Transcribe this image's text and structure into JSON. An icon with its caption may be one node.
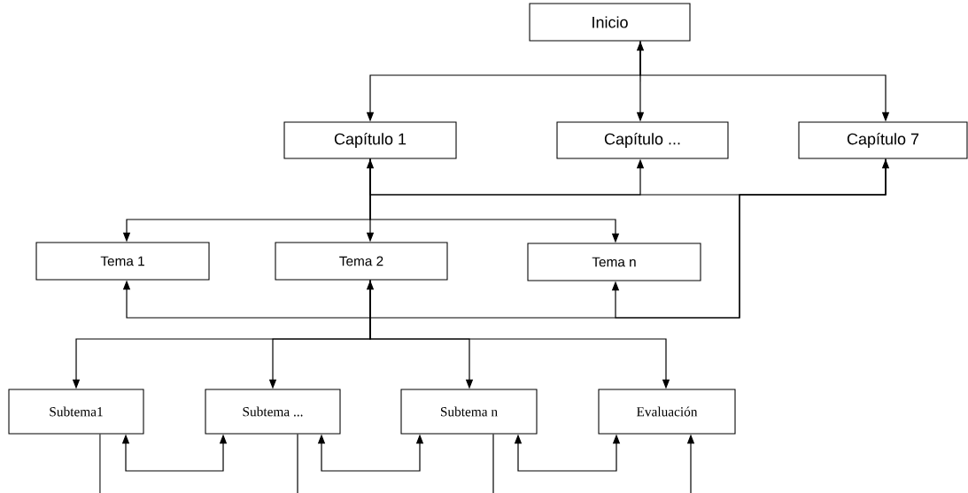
{
  "diagram": {
    "nodes": [
      {
        "text": [
          "Inicio"
        ]
      },
      {
        "text": [
          "Capítulo 1"
        ]
      },
      {
        "text": [
          "Capítulo ..."
        ]
      },
      {
        "text": [
          "Capítulo 7"
        ]
      },
      {
        "text": [
          "Tema 1"
        ]
      },
      {
        "text": [
          "Tema 2"
        ]
      },
      {
        "text": [
          "Tema n"
        ]
      },
      {
        "text": [
          "Subtema1"
        ]
      },
      {
        "text": [
          "Subtema ..."
        ]
      },
      {
        "text": [
          "Subtema n"
        ]
      },
      {
        "text": [
          "Evaluación"
        ]
      }
    ],
    "edges": [
      {
        "from": 0,
        "to": 2,
        "arrow": "both"
      },
      {
        "from": 0,
        "to": 1,
        "arrow": "to"
      },
      {
        "from": 0,
        "to": 3,
        "arrow": "to"
      },
      {
        "from": 1,
        "to": 5,
        "arrow": "both"
      },
      {
        "from": 1,
        "to": 4,
        "arrow": "to"
      },
      {
        "from": 1,
        "to": 6,
        "arrow": "to"
      },
      {
        "from": 1,
        "to": 2,
        "arrow": "to"
      },
      {
        "from": 1,
        "to": 3,
        "arrow": "to"
      },
      {
        "from": 3,
        "to": 4,
        "arrow": "to"
      },
      {
        "from": 3,
        "to": 6,
        "arrow": "to"
      },
      {
        "from": 5,
        "to": 7,
        "arrow": "both"
      },
      {
        "from": 5,
        "to": 8,
        "arrow": "to"
      },
      {
        "from": 5,
        "to": 9,
        "arrow": "to"
      },
      {
        "from": 5,
        "to": 10,
        "arrow": "to"
      },
      {
        "from": 7,
        "to": 8,
        "arrow": "both"
      },
      {
        "from": 8,
        "to": 9,
        "arrow": "both"
      },
      {
        "from": 9,
        "to": 10,
        "arrow": "both"
      },
      {
        "from": 7,
        "to": null,
        "arrow": "none"
      },
      {
        "from": 8,
        "to": null,
        "arrow": "none"
      },
      {
        "from": 9,
        "to": null,
        "arrow": "none"
      },
      {
        "from": null,
        "to": 10,
        "arrow": "to"
      }
    ]
  }
}
